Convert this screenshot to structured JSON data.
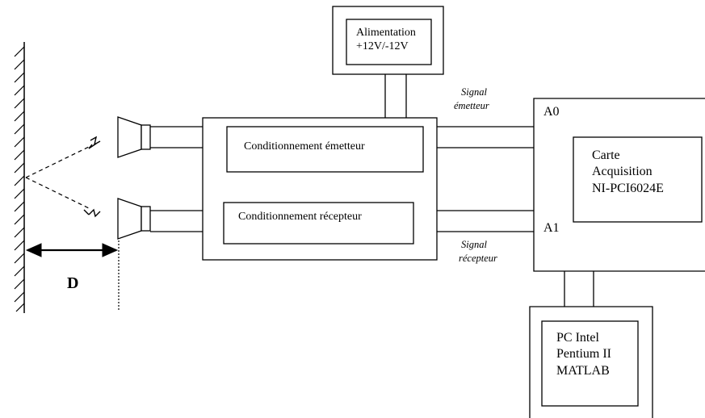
{
  "labels": {
    "alimentation_line1": "Alimentation",
    "alimentation_line2": "+12V/-12V",
    "signal_emetteur_line1": "Signal",
    "signal_emetteur_line2": "émetteur",
    "signal_recepteur_line1": "Signal",
    "signal_recepteur_line2": "récepteur",
    "port_a0": "A0",
    "port_a1": "A1",
    "carte_line1": "Carte",
    "carte_line2": "Acquisition",
    "carte_line3": "NI-PCI6024E",
    "cond_emetteur": "Conditionnement émetteur",
    "cond_recepteur": "Conditionnement récepteur",
    "distance": "D",
    "pc_line1": "PC Intel",
    "pc_line2": "Pentium II",
    "pc_line3": "MATLAB"
  },
  "colors": {
    "line": "#000000",
    "background": "#ffffff"
  }
}
